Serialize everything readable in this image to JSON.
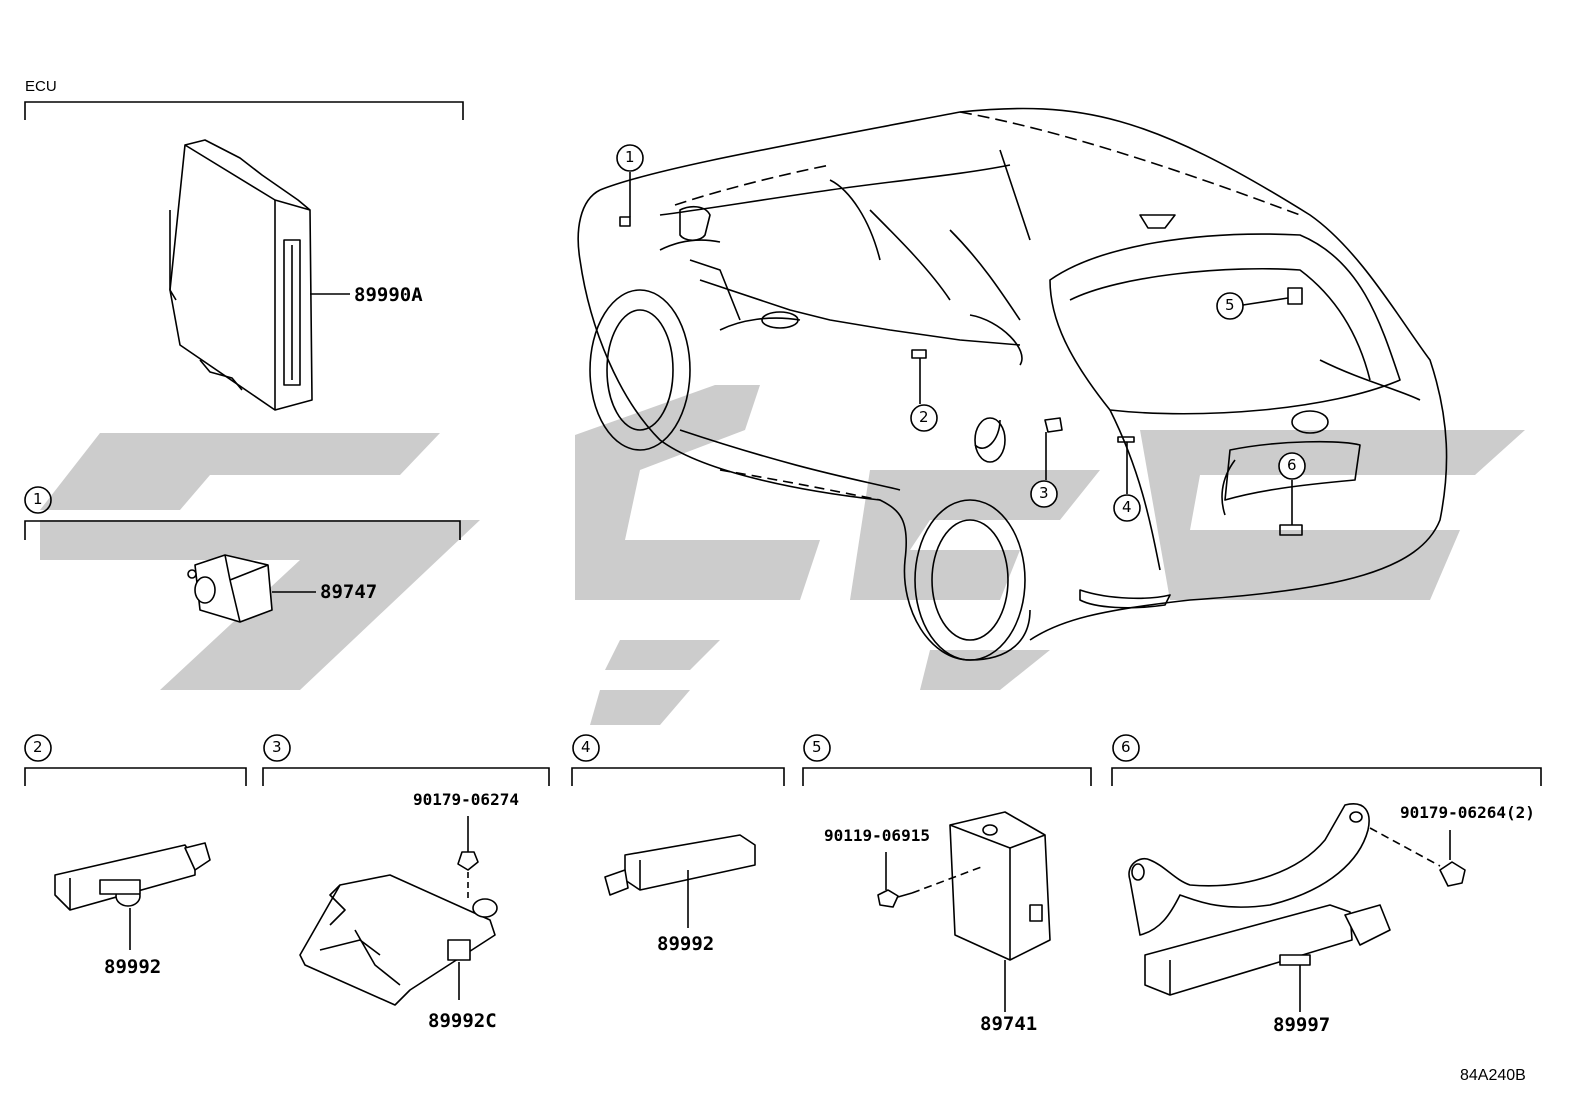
{
  "section_header": "ECU",
  "figure_code": "84A240B",
  "callouts": [
    "1",
    "2",
    "3",
    "4",
    "5",
    "6"
  ],
  "parts": {
    "ecu": "89990A",
    "sensor_1": "89747",
    "antenna_2": "89992",
    "antenna_3": "89992C",
    "bolt_3": "90179-06274",
    "antenna_4": "89992",
    "bolt_5": "90119-06915",
    "receiver_5": "89741",
    "bolt_6": "90179-06264(2)",
    "antenna_6": "89997"
  },
  "watermark_color": "#cccccc"
}
